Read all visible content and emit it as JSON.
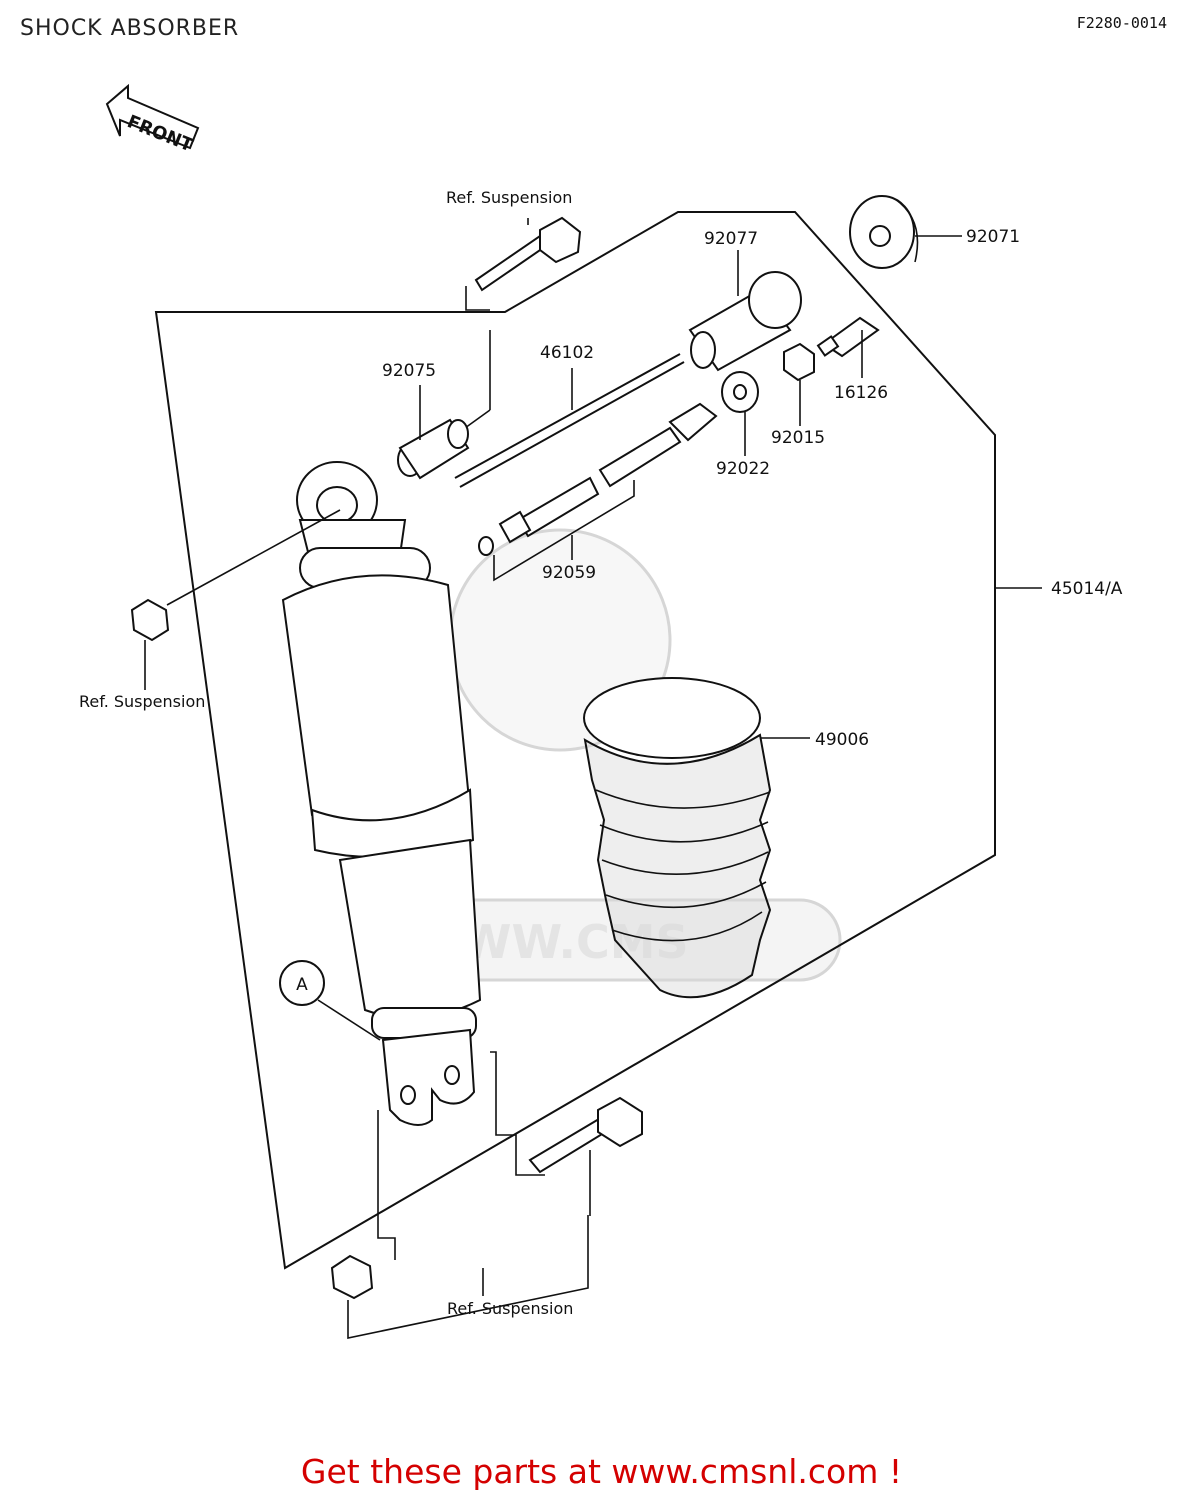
{
  "header": {
    "title": "SHOCK ABSORBER",
    "code": "F2280-0014"
  },
  "front_arrow": {
    "label": "FRONT",
    "icon": "front-arrow-icon"
  },
  "parts": {
    "p92071": "92071",
    "p92077": "92077",
    "p46102": "46102",
    "p92075": "92075",
    "p16126": "16126",
    "p92015": "92015",
    "p92022": "92022",
    "p92059": "92059",
    "p45014A": "45014/A",
    "p49006": "49006"
  },
  "refs": {
    "top": "Ref. Suspension",
    "left": "Ref. Suspension",
    "bottom": "Ref. Suspension"
  },
  "callout": {
    "a": "A"
  },
  "watermark": {
    "text": "WWW.CMS"
  },
  "footer": {
    "text": "Get these parts at www.cmsnl.com !",
    "color": "#d40000"
  }
}
